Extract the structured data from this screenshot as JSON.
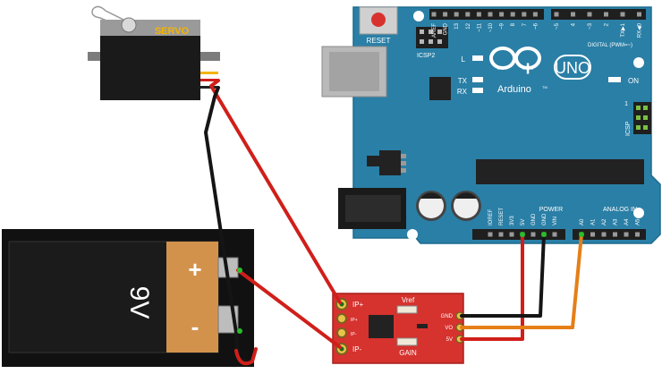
{
  "colors": {
    "board": "#2a7fa6",
    "board_edge": "#1c6b8f",
    "header": "#1f1f1f",
    "chip": "#222222",
    "sensor": "#d6322e",
    "sensor_edge": "#a61f1c",
    "battery_body": "#1b1b1b",
    "battery_cap": "#d3924c",
    "wire_red": "#d01f1a",
    "wire_black": "#151515",
    "wire_orange": "#e57f17",
    "servo_body": "#1a1a1a",
    "servo_label": "#f4b400"
  },
  "servo": {
    "label": "SERVO"
  },
  "battery": {
    "voltage": "9V",
    "plus": "+",
    "minus": "-"
  },
  "arduino": {
    "brand": "Arduino",
    "tm": "TM",
    "model": "UNO",
    "reset": "RESET",
    "icsp2": "ICSP2",
    "icsp": "ICSP",
    "on": "ON",
    "l": "L",
    "tx": "TX",
    "rx": "RX",
    "one": "1",
    "digital": "DIGITAL (PWM=~)",
    "power": "POWER",
    "analog": "ANALOG IN",
    "digital_pins": [
      "AREF",
      "GND",
      "13",
      "12",
      "~11",
      "~10",
      "~9",
      "8",
      "7",
      "~6",
      "~5",
      "4",
      "~3",
      "2",
      "TX▶1",
      "RX◀0"
    ],
    "power_pins": [
      "IOREF",
      "RESET",
      "3V3",
      "5V",
      "GND",
      "GND",
      "VIN"
    ],
    "analog_pins": [
      "A0",
      "A1",
      "A2",
      "A3",
      "A4",
      "A5"
    ]
  },
  "sensor": {
    "ip_plus": "IP+",
    "ip_minus": "IP-",
    "ip_plus_small": "IP+",
    "ip_minus_small": "IP-",
    "vref": "Vref",
    "gain": "GAIN",
    "gnd": "GND",
    "vo": "VO",
    "five_v": "5V"
  }
}
